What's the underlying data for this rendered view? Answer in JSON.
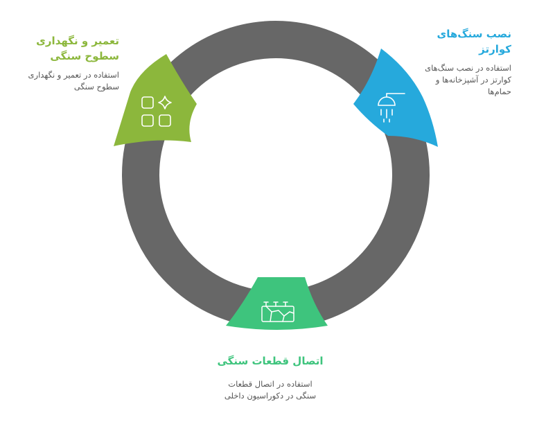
{
  "colors": {
    "ring": "#676767",
    "green": "#8cb73c",
    "blue": "#26a9dc",
    "teal": "#3ec47d",
    "icon_stroke": "#ffffff"
  },
  "steps": [
    {
      "id": "repair",
      "title_line1": "تعمیر و نگهداری",
      "title_line2": "سطوح سنگی",
      "desc_line1": "استفاده در تعمیر و نگهداری",
      "desc_line2": "سطوح سنگی",
      "icon": "apps-grid-sparkle-icon",
      "color": "#8cb73c"
    },
    {
      "id": "quartz",
      "title_line1": "نصب سنگ‌های",
      "title_line2": "کوارتز",
      "desc_line1": "استفاده در نصب سنگ‌های",
      "desc_line2": "کوارتز در آشپزخانه‌ها و",
      "desc_line3": "حمام‌ها",
      "icon": "shower-head-icon",
      "color": "#26a9dc"
    },
    {
      "id": "joining",
      "title_line1": "اتصال قطعات سنگی",
      "desc_line1": "استفاده در اتصال قطعات",
      "desc_line2": "سنگی در دکوراسیون داخلی",
      "icon": "cracked-stone-icon",
      "color": "#3ec47d"
    }
  ]
}
